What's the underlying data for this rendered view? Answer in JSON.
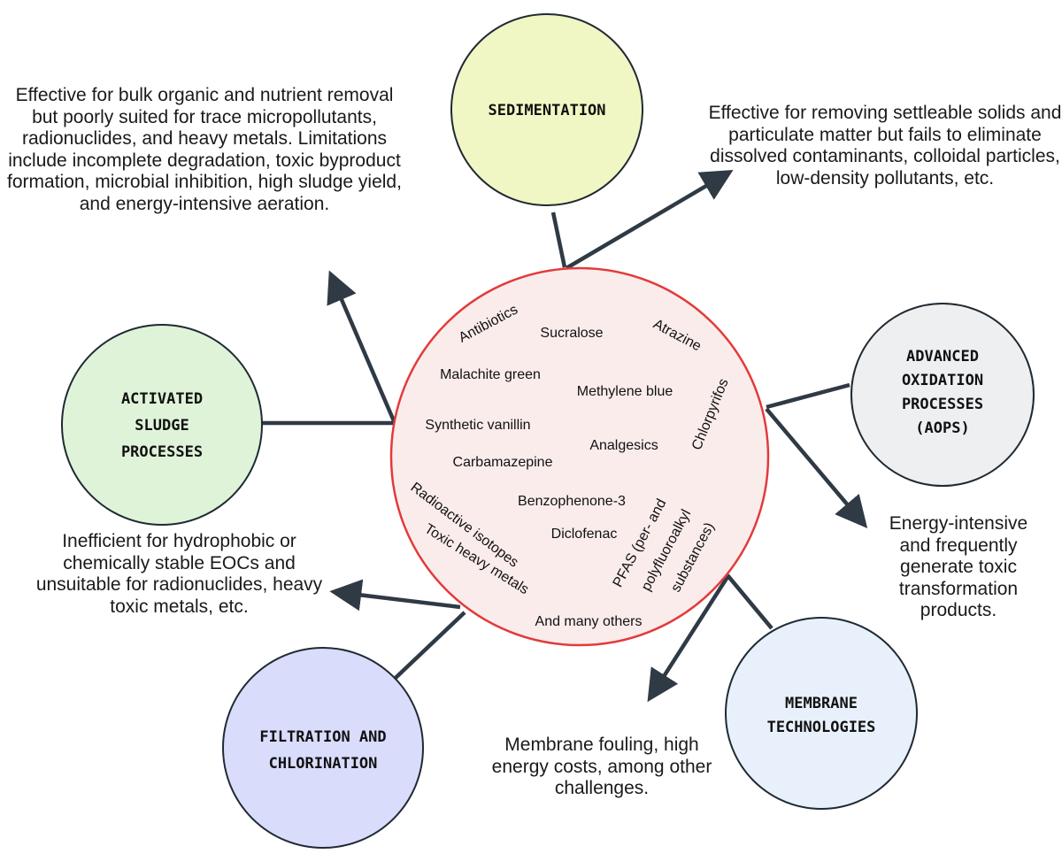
{
  "center": {
    "pollutants": [
      "Antibiotics",
      "Sucralose",
      "Atrazine",
      "Malachite green",
      "Methylene blue",
      "Chlorpyrifos",
      "Synthetic vanillin",
      "Analgesics",
      "Carbamazepine",
      "Radioactive isotopes",
      "Benzophenone-3",
      "PFAS (per- and",
      "polyfluoroalkyl",
      "substances)",
      "Diclofenac",
      "Toxic heavy metals",
      "And many others"
    ]
  },
  "methods": {
    "sedimentation": {
      "lines": [
        "SEDIMENTATION"
      ],
      "fill": "#f1f7c4"
    },
    "aops": {
      "lines": [
        "ADVANCED",
        "OXIDATION",
        "PROCESSES",
        "(AOPS)"
      ],
      "fill": "#eeeff1"
    },
    "membrane": {
      "lines": [
        "MEMBRANE",
        "TECHNOLOGIES"
      ],
      "fill": "#e8f0fb"
    },
    "filtration": {
      "lines": [
        "FILTRATION AND",
        "CHLORINATION"
      ],
      "fill": "#d9dcfb"
    },
    "activated_sludge": {
      "lines": [
        "ACTIVATED",
        "SLUDGE",
        "PROCESSES"
      ],
      "fill": "#dff3d9"
    }
  },
  "descriptions": {
    "activated_sludge": "Effective for bulk organic and nutrient removal but poorly suited for trace micropollutants, radionuclides, and heavy metals. Limitations include incomplete degradation, toxic byproduct formation, microbial inhibition, high sludge yield, and energy-intensive aeration.",
    "sedimentation": "Effective for removing settleable solids and particulate matter but fails to eliminate dissolved contaminants, colloidal particles, low-density pollutants, etc.",
    "aops": "Energy-intensive and frequently generate toxic transformation products.",
    "filtration": "Inefficient for hydrophobic or chemically stable EOCs and unsuitable for radionuclides, heavy toxic metals, etc.",
    "membrane": "Membrane fouling, high energy costs, among other challenges."
  },
  "colors": {
    "center_fill": "#fbecec",
    "center_stroke": "#e23b3b",
    "arrow": "#2f3a45",
    "circle_stroke": "#1f2a33"
  }
}
